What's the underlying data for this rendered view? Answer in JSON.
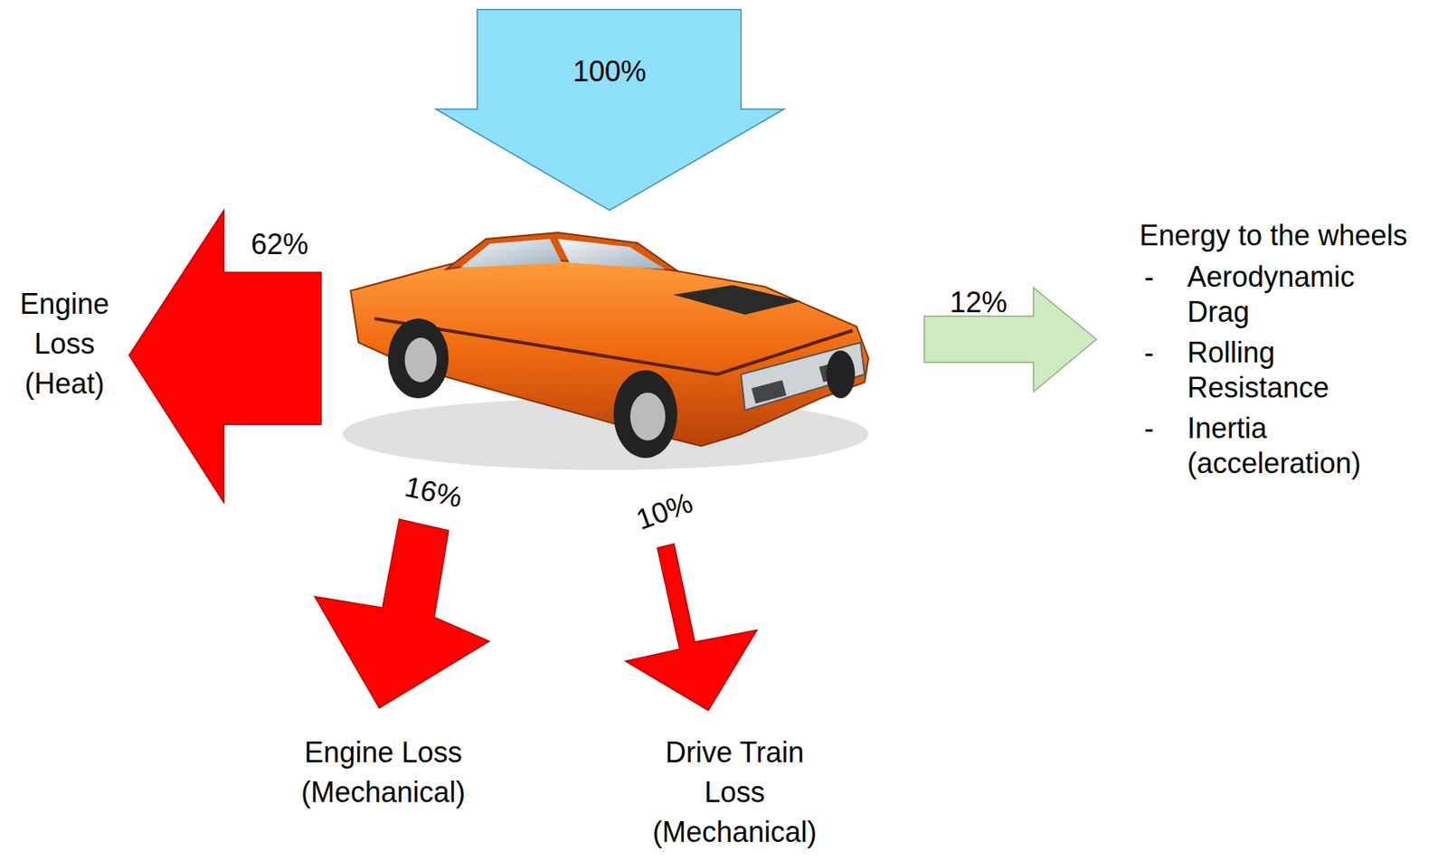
{
  "diagram": {
    "nodes": [
      {
        "text": [
          "100%"
        ]
      },
      {
        "text": [
          "62%",
          "Engine Loss (Heat)"
        ]
      },
      {
        "text": [
          "16%",
          "Engine Loss (Mechanical)"
        ]
      },
      {
        "text": [
          "10%",
          "Drive Train Loss (Mechanical)"
        ]
      },
      {
        "text": [
          "12%"
        ]
      }
    ],
    "labels": [
      "Energy to the wheels",
      "-",
      "Aerodynamic Drag",
      "-",
      "Rolling Resistance",
      "-",
      "Inertia (acceleration)"
    ]
  }
}
